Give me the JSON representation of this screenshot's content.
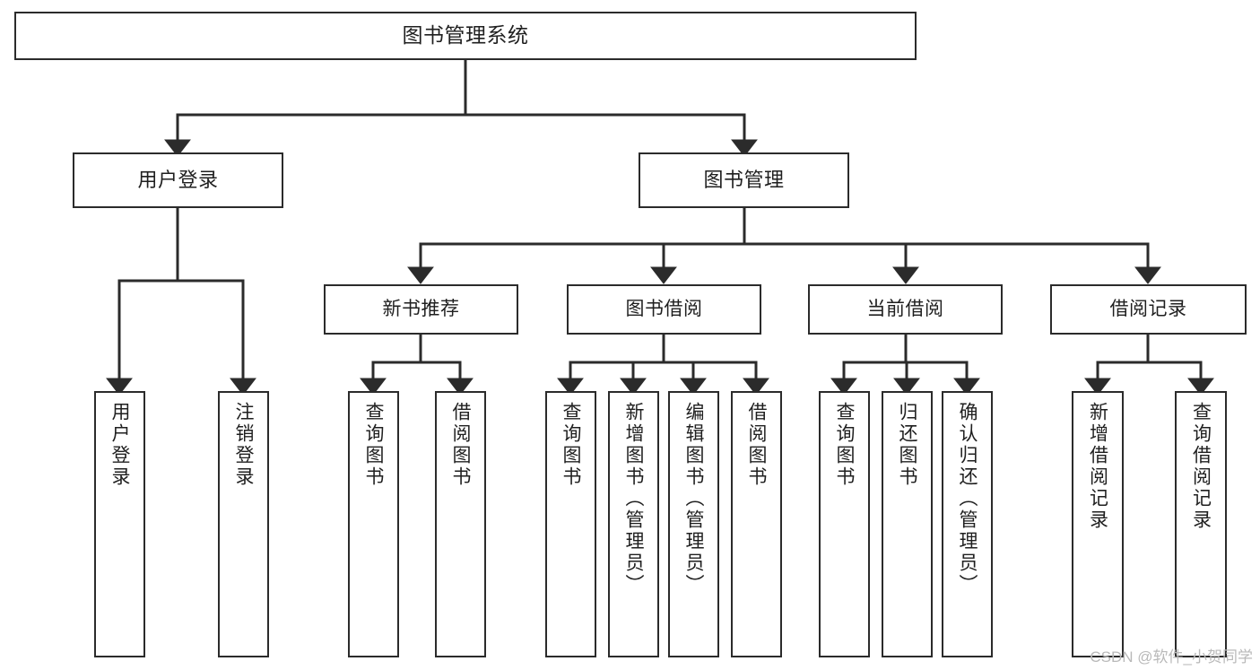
{
  "diagram": {
    "type": "tree-hierarchy-flowchart",
    "title": "图书管理系统",
    "stroke_color": "#2b2b2b",
    "fill_color": "#ffffff",
    "text_color": "#1f1f1f",
    "watermark": "CSDN @软件_小贺同学",
    "root": {
      "label": "图书管理系统"
    },
    "level2": [
      {
        "label": "用户登录"
      },
      {
        "label": "图书管理"
      }
    ],
    "level3": [
      {
        "label": "新书推荐"
      },
      {
        "label": "图书借阅"
      },
      {
        "label": "当前借阅"
      },
      {
        "label": "借阅记录"
      }
    ],
    "leaves": {
      "user_login": [
        {
          "label": "用户登录"
        },
        {
          "label": "注销登录"
        }
      ],
      "new_book_recommend": [
        {
          "label": "查询图书"
        },
        {
          "label": "借阅图书"
        }
      ],
      "book_borrow": [
        {
          "label": "查询图书"
        },
        {
          "label": "新增图书（管理员）"
        },
        {
          "label": "编辑图书（管理员）"
        },
        {
          "label": "借阅图书"
        }
      ],
      "current_borrow": [
        {
          "label": "查询图书"
        },
        {
          "label": "归还图书"
        },
        {
          "label": "确认归还（管理员）"
        }
      ],
      "borrow_record": [
        {
          "label": "新增借阅记录"
        },
        {
          "label": "查询借阅记录"
        }
      ]
    }
  }
}
